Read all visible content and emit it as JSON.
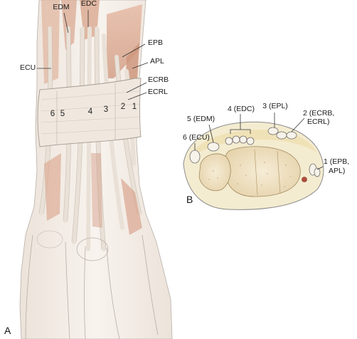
{
  "panel_a": {
    "panel_letter": "A",
    "labels": {
      "edm": "EDM",
      "edc": "EDC",
      "epb": "EPB",
      "apl": "APL",
      "ecu": "ECU",
      "ecrb": "ECRB",
      "ecrl": "ECRL"
    },
    "compartment_numbers": [
      "6",
      "5",
      "4",
      "3",
      "2",
      "1"
    ]
  },
  "panel_b": {
    "panel_letter": "B",
    "labels": {
      "c6": "6 (ECU)",
      "c5": "5 (EDM)",
      "c4": "4 (EDC)",
      "c3": "3 (EPL)",
      "c2_line1": "2 (ECRB,",
      "c2_line2": "ECRL)",
      "c1_line1": "1 (EPB,",
      "c1_line2": "APL)"
    }
  },
  "colors": {
    "muscle": "#d9a88f",
    "muscle_dark": "#c58a72",
    "tendon": "#f1ebe3",
    "retinaculum": "#efe6dc",
    "bone": "#efe3c6",
    "skin_outline": "#9a9a9a",
    "leader": "#333333"
  }
}
